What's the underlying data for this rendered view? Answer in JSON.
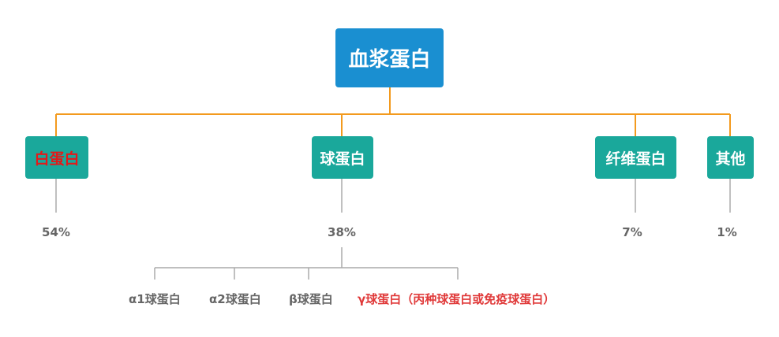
{
  "root": {
    "label": "血浆蛋白"
  },
  "colors": {
    "root_box": "#1a8fd1",
    "child_box": "#1aa89b",
    "connector_top": "#f39a1e",
    "connector_bottom": "#aaaaaa",
    "highlight_text": "#e21a1a",
    "gray_text": "#666666"
  },
  "children": [
    {
      "label": "白蛋白",
      "percent": "54%"
    },
    {
      "label": "球蛋白",
      "percent": "38%"
    },
    {
      "label": "纤维蛋白",
      "percent": "7%"
    },
    {
      "label": "其他",
      "percent": "1%"
    }
  ],
  "globulin_subtypes": [
    {
      "label": "α1球蛋白"
    },
    {
      "label": "α2球蛋白"
    },
    {
      "label": "β球蛋白"
    },
    {
      "label": "γ球蛋白（丙种球蛋白或免疫球蛋白）"
    }
  ]
}
